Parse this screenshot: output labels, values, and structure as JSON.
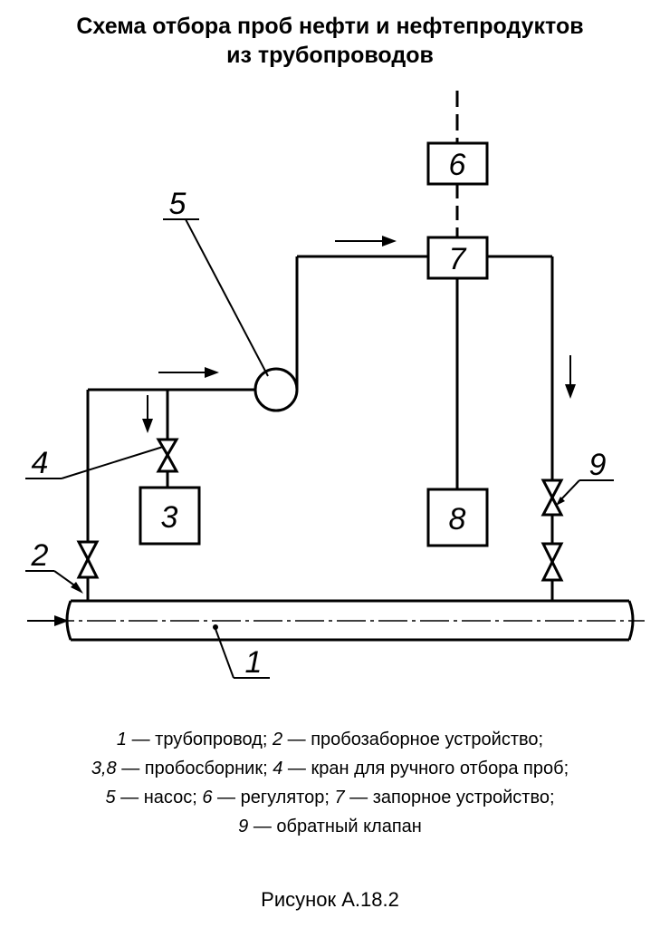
{
  "title": {
    "line1": "Схема отбора проб нефти и нефтепродуктов",
    "line2": "из трубопроводов"
  },
  "labels": {
    "n1": "1",
    "n2": "2",
    "n3": "3",
    "n4": "4",
    "n5": "5",
    "n6": "6",
    "n7": "7",
    "n8": "8",
    "n9": "9"
  },
  "legend": [
    [
      {
        "num": "1",
        "text": " — трубопровод; "
      },
      {
        "num": "2",
        "text": " — пробозаборное устройство;"
      }
    ],
    [
      {
        "num": "3,8",
        "text": " — пробосборник; "
      },
      {
        "num": "4",
        "text": " — кран для ручного отбора проб;"
      }
    ],
    [
      {
        "num": "5",
        "text": " — насос; "
      },
      {
        "num": "6",
        "text": " — регулятор; "
      },
      {
        "num": "7",
        "text": " — запорное устройство;"
      }
    ],
    [
      {
        "num": "9",
        "text": " — обратный клапан"
      }
    ]
  ],
  "caption": "Рисунок А.18.2"
}
